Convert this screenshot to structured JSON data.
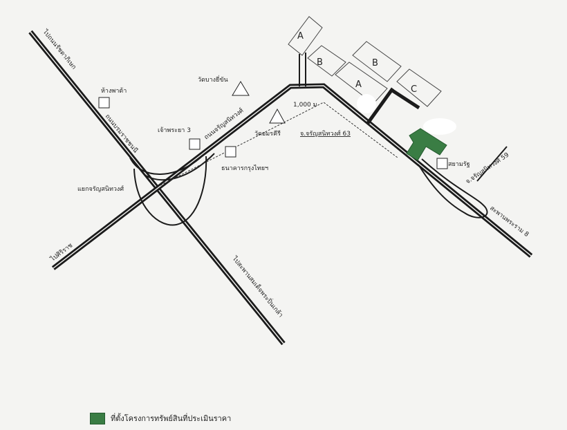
{
  "roads": {
    "bypass_top": "ไปถนนรัชดาภิเษก",
    "bypass_bottom": "ไปศิริราช",
    "bridge_name": "ไปสะพานสมเด็จพระปิ่นเกล้า",
    "charan_main": "ถนนจรัญสนิทวงศ์",
    "borommaratchachonnani": "ถนนบรมราชชนนี",
    "soi_63": "จ.จรัญสนิทวงศ์ 63",
    "soi_59": "จ.จรัญสนิทวงศ์ 59",
    "bridge_phra_ram_8": "สะพานพระราม 8",
    "junction": "แยกจรัญสนิทวงศ์"
  },
  "distance": "1,000 ม",
  "landmarks": {
    "mall": "ห้างพาต้า",
    "wat_bang_yikhan": "วัดบางยี่ขัน",
    "wat_amonkiri": "วัดอมรคีรี",
    "chaophraya": "เจ้าพระยา 3",
    "bank": "ธนาคารกรุงไทยฯ",
    "siam_rat": "สยามรัฐ"
  },
  "buildings": {
    "b1": "A",
    "b2": "B",
    "b3": "B",
    "b4": "A",
    "b5": "C"
  },
  "legend": {
    "label": "ที่ตั้งโครงการทรัพย์สินที่ประเมินราคา",
    "color": "#3a7d44"
  }
}
